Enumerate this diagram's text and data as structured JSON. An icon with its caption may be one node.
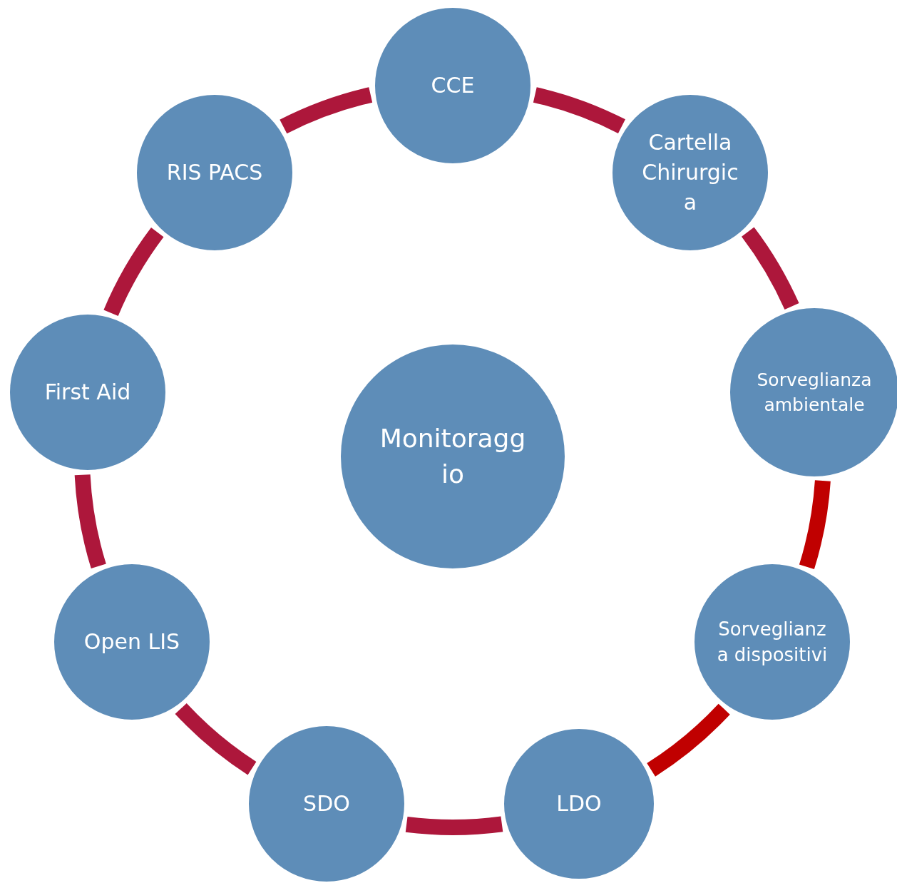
{
  "diagram": {
    "nodes": [
      {
        "text": [
          "CCE"
        ]
      },
      {
        "text": [
          "Cartella Chirurgica"
        ]
      },
      {
        "text": [
          "Sorveglianza ambientale"
        ]
      },
      {
        "text": [
          "Sorveglianza dispositivi"
        ]
      },
      {
        "text": [
          "LDO"
        ]
      },
      {
        "text": [
          "SDO"
        ]
      },
      {
        "text": [
          "Open LIS"
        ]
      },
      {
        "text": [
          "First Aid"
        ]
      },
      {
        "text": [
          "RIS PACS"
        ]
      },
      {
        "text": [
          "Monitoraggio"
        ]
      }
    ],
    "edges": [
      {
        "from": 0,
        "to": 1,
        "arrow": "none"
      },
      {
        "from": 1,
        "to": 2,
        "arrow": "none"
      },
      {
        "from": 2,
        "to": 3,
        "arrow": "none",
        "color": "#c00000"
      },
      {
        "from": 3,
        "to": 4,
        "arrow": "none",
        "color": "#c00000"
      },
      {
        "from": 4,
        "to": 5,
        "arrow": "none"
      },
      {
        "from": 5,
        "to": 6,
        "arrow": "none"
      },
      {
        "from": 6,
        "to": 7,
        "arrow": "none"
      },
      {
        "from": 7,
        "to": 8,
        "arrow": "none"
      },
      {
        "from": 8,
        "to": 0,
        "arrow": "none"
      }
    ]
  }
}
